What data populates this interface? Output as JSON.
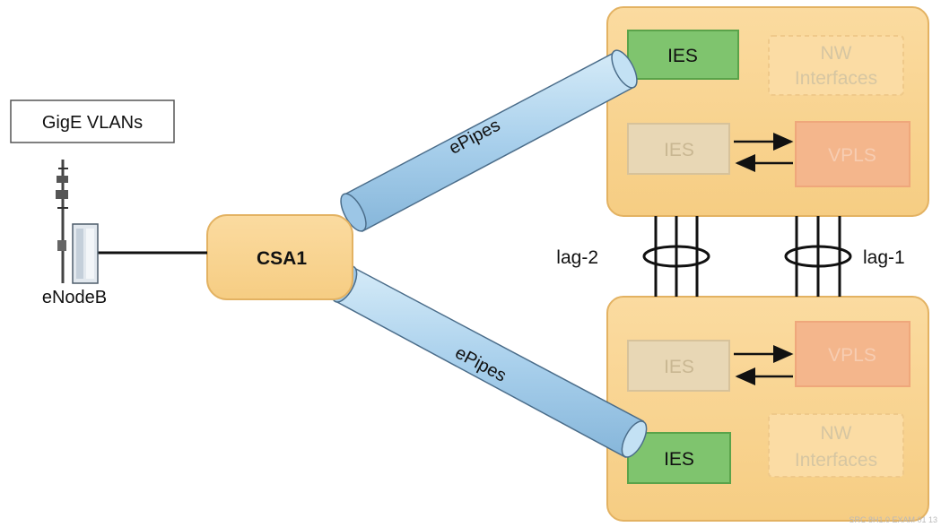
{
  "gige_box": {
    "label": "GigE VLANs"
  },
  "enodeb": {
    "label": "eNodeB"
  },
  "csa1": {
    "label": "CSA1"
  },
  "pipes": {
    "upper_label": "ePipes",
    "lower_label": "ePipes"
  },
  "router_top": {
    "ies_active": "IES",
    "nw_interfaces": [
      "NW",
      "Interfaces"
    ],
    "ies_inactive": "IES",
    "vpls": "VPLS"
  },
  "router_bottom": {
    "ies_inactive": "IES",
    "vpls": "VPLS",
    "ies_active": "IES",
    "nw_interfaces": [
      "NW",
      "Interfaces"
    ]
  },
  "lags": {
    "left": "lag-2",
    "right": "lag-1"
  },
  "watermark": "SRC 8H1.0 EXAM 01 13",
  "colors": {
    "router_fill": "#f9d591",
    "router_stroke": "#e3b262",
    "ies_active": "#7fc46e",
    "vpls_fill": "#f4b68c",
    "pipe_fill": "#aed4ee",
    "pipe_stroke": "#4b6d8a"
  }
}
